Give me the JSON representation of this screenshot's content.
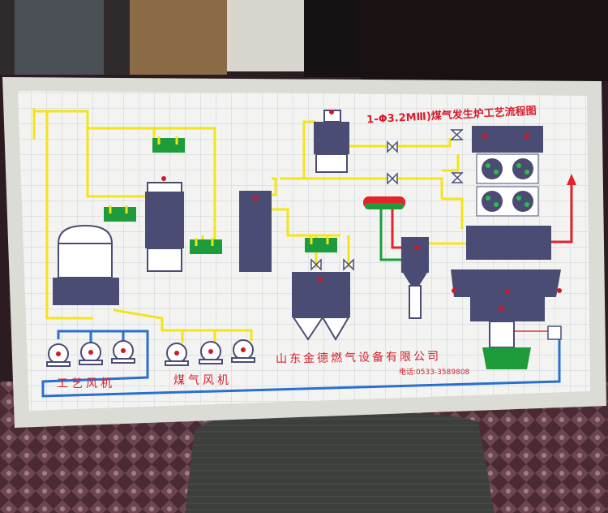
{
  "board": {
    "title": "1-Φ3.2MⅢ)煤气发生炉工艺流程图",
    "company": "山东金德燃气设备有限公司",
    "phone": "电话:0533-3589808",
    "process_fan_label": "工艺风机",
    "gas_fan_label": "煤气风机"
  },
  "colors": {
    "board": "#f3f4f2",
    "grid": "#c9cdd3",
    "equipment": "#4a4c74",
    "pipe_yellow": "#f4e41a",
    "pipe_blue": "#2a6fd0",
    "pipe_red": "#e4232b",
    "pipe_green": "#1e9c3c",
    "text": "#d81e2c"
  }
}
